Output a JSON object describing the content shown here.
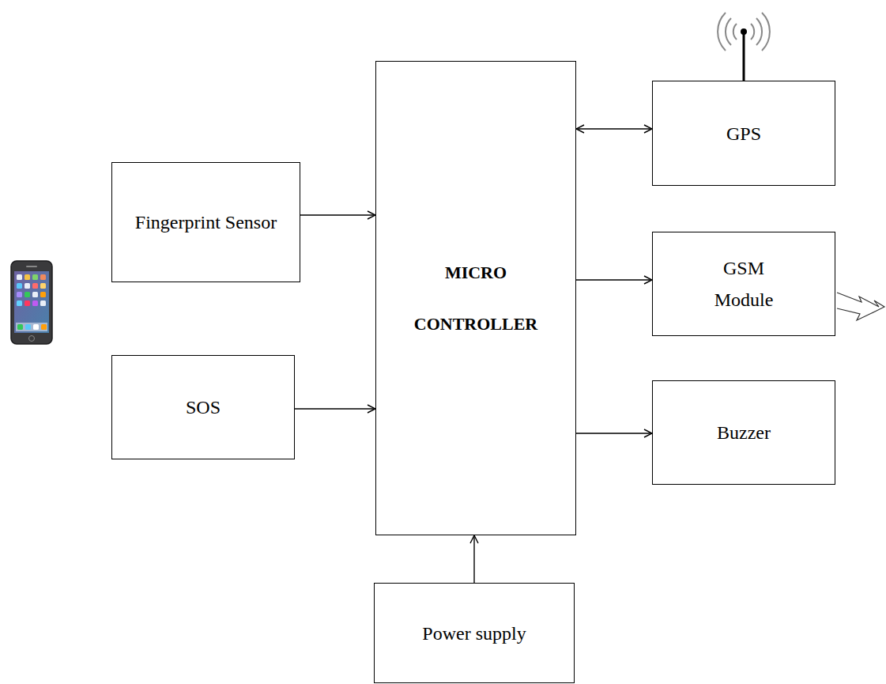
{
  "diagram": {
    "nodes": [
      {
        "text": [
          "Fingerprint Sensor"
        ]
      },
      {
        "text": [
          "SOS"
        ]
      },
      {
        "text": [
          "MICRO CONTROLLER"
        ]
      },
      {
        "text": [
          "GPS"
        ]
      },
      {
        "text": [
          "GSM Module"
        ]
      },
      {
        "text": [
          "Buzzer"
        ]
      },
      {
        "text": [
          "Power supply"
        ]
      }
    ],
    "edges": [
      {
        "from": 0,
        "to": 2,
        "arrow": "to"
      },
      {
        "from": 1,
        "to": 2,
        "arrow": "to"
      },
      {
        "from": 2,
        "to": 3,
        "arrow": "both"
      },
      {
        "from": 2,
        "to": 4,
        "arrow": "to"
      },
      {
        "from": 2,
        "to": 5,
        "arrow": "to"
      },
      {
        "from": 6,
        "to": 2,
        "arrow": "to"
      }
    ]
  }
}
